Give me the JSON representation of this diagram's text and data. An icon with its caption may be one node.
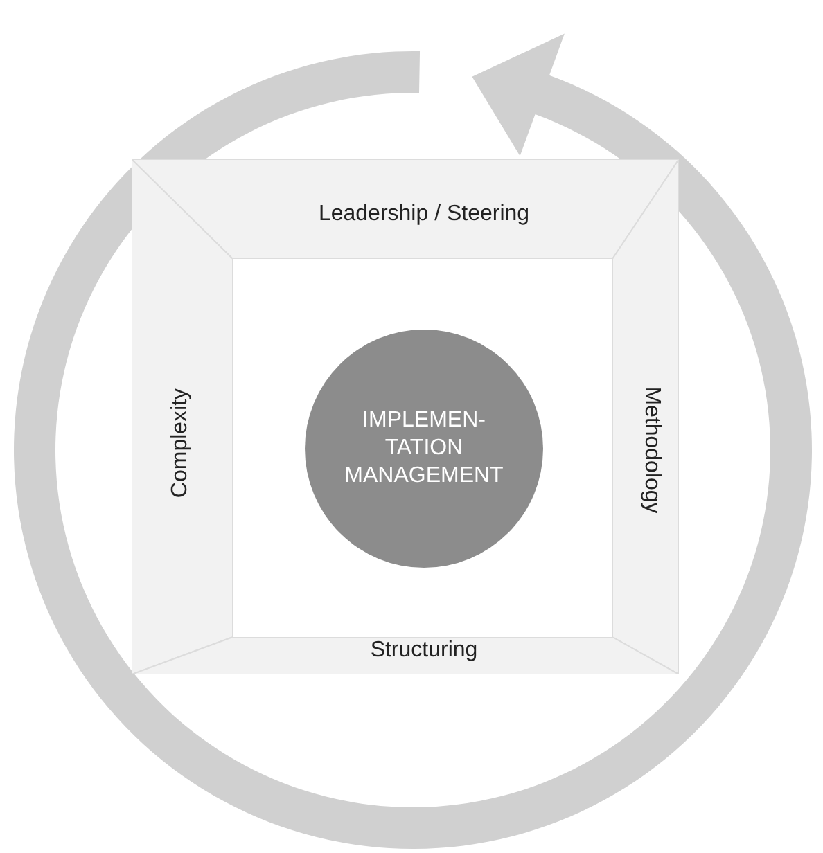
{
  "diagram": {
    "nodes": [
      {
        "text": [
          "Leadership / Steering"
        ]
      },
      {
        "text": [
          "Complexity"
        ]
      },
      {
        "text": [
          "IMPLEMEN- TATION MANAGEMENT"
        ]
      },
      {
        "text": [
          "Methodology"
        ]
      },
      {
        "text": [
          "Structuring"
        ]
      }
    ]
  }
}
